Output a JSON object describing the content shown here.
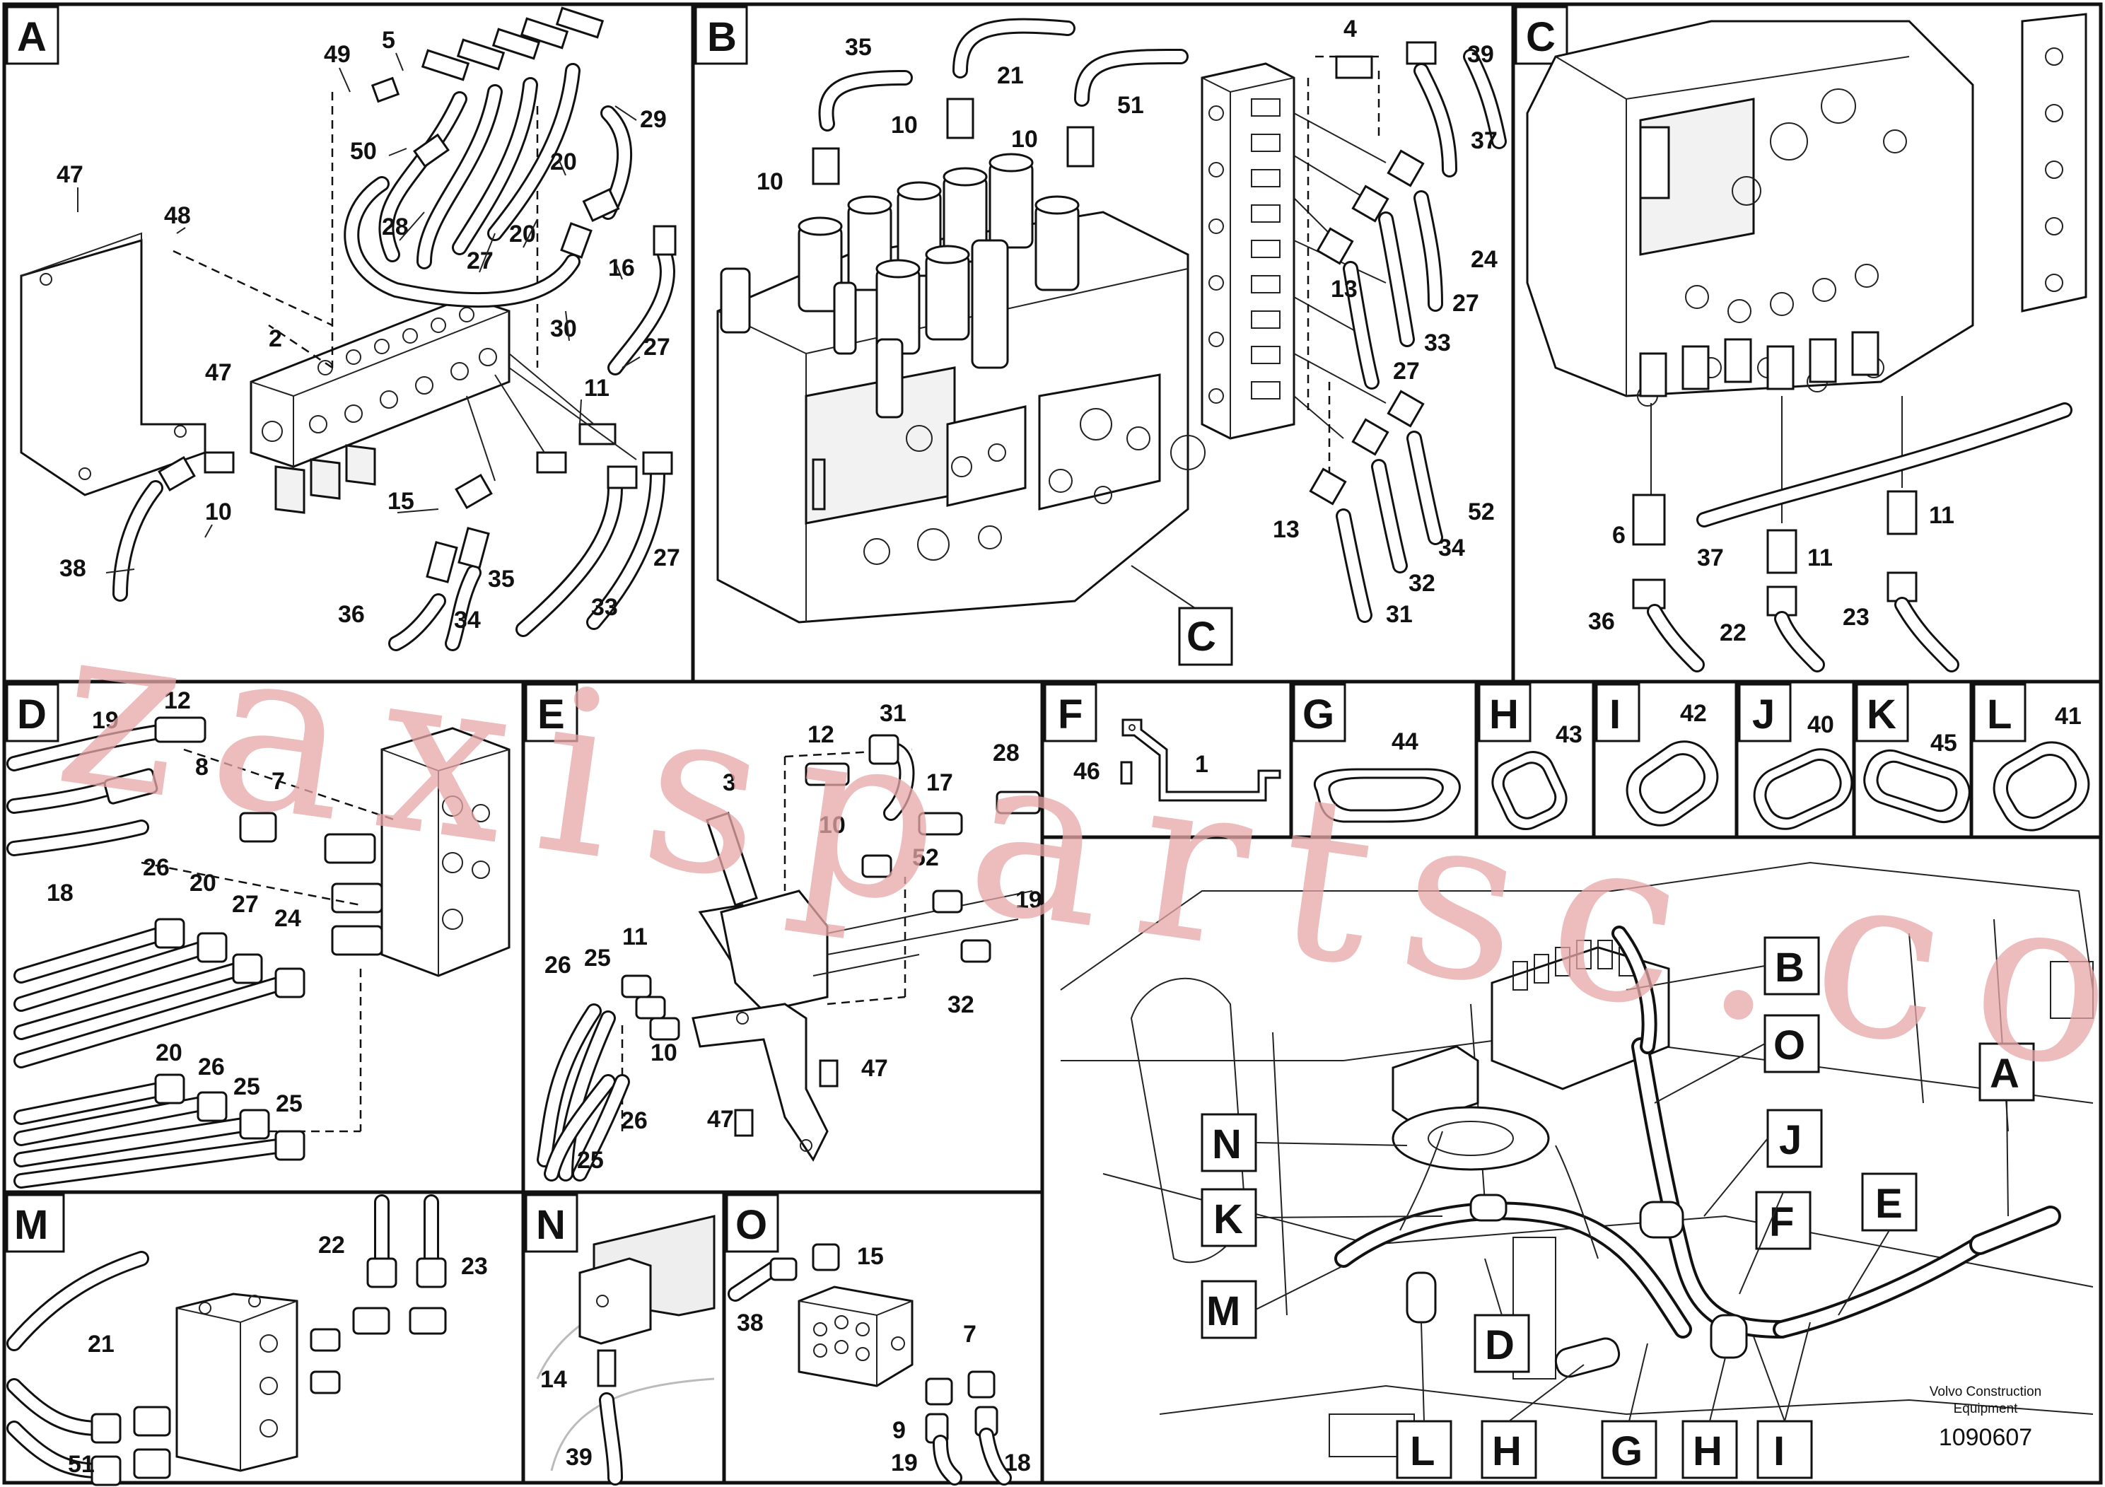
{
  "panels": [
    {
      "id": "A",
      "letter": "A"
    },
    {
      "id": "B",
      "letter": "B"
    },
    {
      "id": "C",
      "letter": "C"
    },
    {
      "id": "D",
      "letter": "D"
    },
    {
      "id": "E",
      "letter": "E"
    },
    {
      "id": "F",
      "letter": "F"
    },
    {
      "id": "G",
      "letter": "G"
    },
    {
      "id": "H",
      "letter": "H"
    },
    {
      "id": "I",
      "letter": "I"
    },
    {
      "id": "J",
      "letter": "J"
    },
    {
      "id": "K",
      "letter": "K"
    },
    {
      "id": "L",
      "letter": "L"
    },
    {
      "id": "M",
      "letter": "M"
    },
    {
      "id": "N",
      "letter": "N"
    },
    {
      "id": "O",
      "letter": "O"
    }
  ],
  "callouts": {
    "A": [
      "49",
      "5",
      "29",
      "50",
      "47",
      "48",
      "28",
      "27",
      "20",
      "20",
      "16",
      "30",
      "2",
      "27",
      "47",
      "11",
      "10",
      "15",
      "38",
      "35",
      "36",
      "34",
      "33",
      "27"
    ],
    "B": [
      "35",
      "21",
      "51",
      "4",
      "39",
      "10",
      "10",
      "10",
      "37",
      "24",
      "13",
      "27",
      "33",
      "27",
      "13",
      "52",
      "34",
      "32",
      "31"
    ],
    "C": [
      "6",
      "37",
      "11",
      "11",
      "36",
      "22",
      "23"
    ],
    "D": [
      "12",
      "19",
      "8",
      "7",
      "18",
      "26",
      "20",
      "27",
      "24",
      "20",
      "26",
      "25",
      "25"
    ],
    "E": [
      "31",
      "12",
      "28",
      "3",
      "17",
      "10",
      "52",
      "19",
      "11",
      "26",
      "25",
      "32",
      "10",
      "47",
      "47",
      "26",
      "25"
    ],
    "F": [
      "46",
      "1"
    ],
    "G": [
      "44"
    ],
    "H": [
      "43"
    ],
    "I": [
      "42"
    ],
    "J": [
      "40"
    ],
    "K": [
      "45"
    ],
    "L": [
      "41"
    ],
    "M": [
      "22",
      "23",
      "21",
      "51"
    ],
    "N": [
      "14",
      "39"
    ],
    "O": [
      "15",
      "38",
      "7",
      "9",
      "19",
      "18"
    ]
  },
  "overview_labels": [
    "B",
    "O",
    "J",
    "A",
    "N",
    "K",
    "F",
    "E",
    "M",
    "D",
    "L",
    "H",
    "G",
    "H",
    "I"
  ],
  "footer": {
    "brand_line1": "Volvo Construction",
    "brand_line2": "Equipment",
    "drawing_number": "1090607"
  },
  "watermark": "zaxispartsc.com"
}
